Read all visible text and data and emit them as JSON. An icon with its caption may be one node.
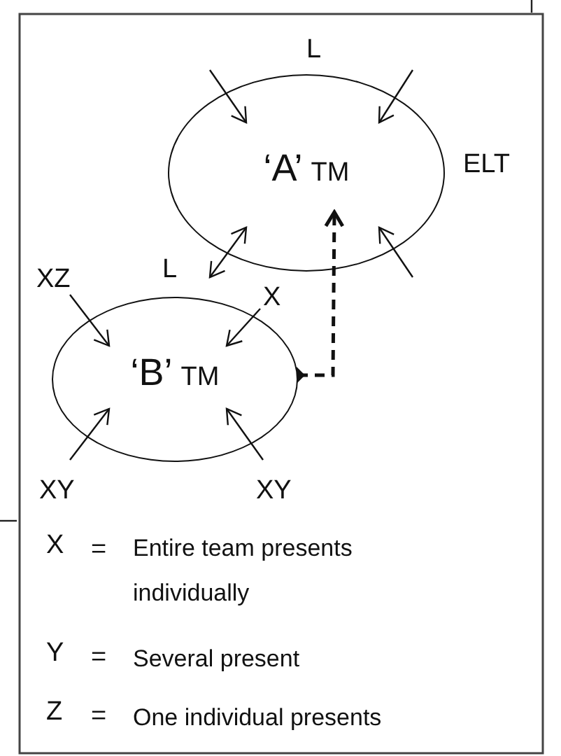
{
  "diagram": {
    "nodes": [
      {
        "text": [
          "‘A’",
          "TM"
        ]
      },
      {
        "text": [
          "‘B’",
          "TM"
        ]
      },
      {
        "text": [
          "XZ"
        ]
      },
      {
        "text": [
          "X"
        ]
      },
      {
        "text": [
          "XY"
        ]
      },
      {
        "text": [
          "XY"
        ]
      }
    ],
    "edges": [
      {
        "from": null,
        "to": 0,
        "arrow": "to"
      },
      {
        "from": null,
        "to": 0,
        "arrow": "to"
      },
      {
        "from": 1,
        "to": 0,
        "arrow": "both"
      },
      {
        "from": null,
        "to": 0,
        "arrow": "to"
      },
      {
        "from": 2,
        "to": 1,
        "arrow": "to"
      },
      {
        "from": 3,
        "to": 1,
        "arrow": "to"
      },
      {
        "from": 4,
        "to": 1,
        "arrow": "to"
      },
      {
        "from": 5,
        "to": 1,
        "arrow": "to"
      },
      {
        "from": 1,
        "to": 0,
        "arrow": "to",
        "style": "dashed"
      }
    ],
    "labels": [
      "L",
      "ELT",
      "L",
      "X",
      "=",
      "Entire team presents individually",
      "Y",
      "=",
      "Several present",
      "Z",
      "=",
      "One individual presents"
    ]
  }
}
